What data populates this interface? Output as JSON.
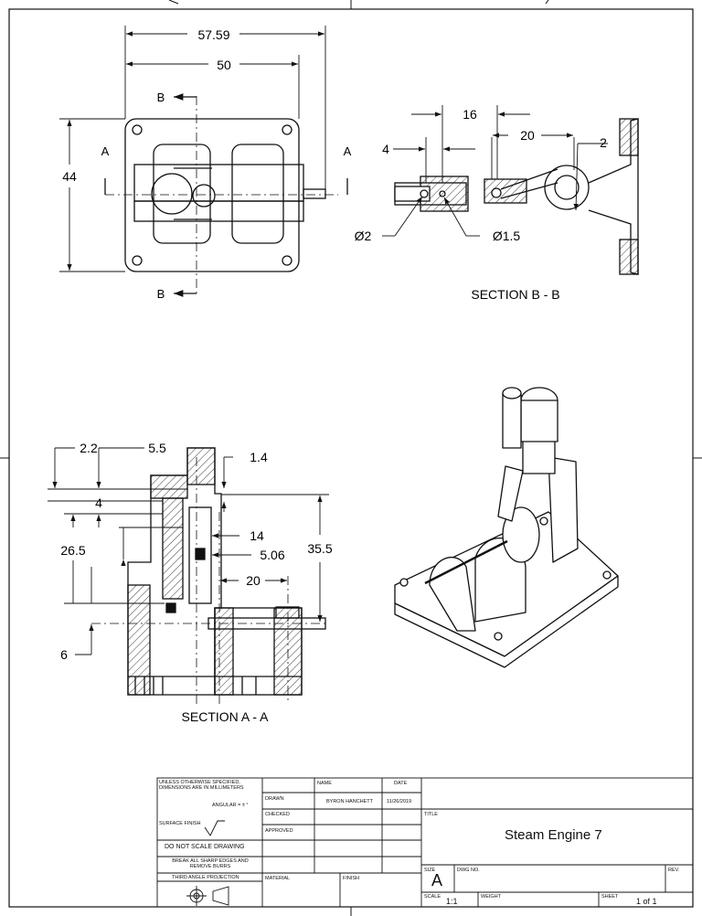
{
  "dimensions": {
    "overall_width": "57.59",
    "width": "50",
    "height": "44",
    "sb_16": "16",
    "sb_20": "20",
    "sb_4": "4",
    "sb_2": "2",
    "sb_dia2": "Ø2",
    "sb_dia15": "Ø1.5",
    "sa_22": "2.2",
    "sa_55": "5.5",
    "sa_14a": "1.4",
    "sa_4": "4",
    "sa_265": "26.5",
    "sa_14": "14",
    "sa_506": "5.06",
    "sa_355": "35.5",
    "sa_20": "20",
    "sa_6": "6"
  },
  "cut_labels": {
    "a": "A",
    "b": "B"
  },
  "section_labels": {
    "bb": "SECTION B - B",
    "aa": "SECTION A - A"
  },
  "title_block": {
    "notes": "UNLESS OTHERWISE SPECIFIED, DIMENSIONS ARE IN MILLIMETERS",
    "angular": "ANGULAR = ± °",
    "surface_finish": "SURFACE FINISH",
    "do_not_scale": "DO NOT SCALE DRAWING",
    "break_edges": "BREAK ALL SHARP EDGES AND REMOVE BURRS",
    "projection": "THIRD ANGLE PROJECTION",
    "name_hdr": "NAME",
    "date_hdr": "DATE",
    "drawn": "DRAWN",
    "drawn_name": "BYRON HANCHETT",
    "drawn_date": "11/26/2019",
    "checked": "CHECKED",
    "approved": "APPROVED",
    "material": "MATERIAL",
    "finish": "FINISH",
    "title_hdr": "TITLE",
    "title": "Steam Engine 7",
    "size_hdr": "SIZE",
    "size": "A",
    "dwg_no": "DWG NO.",
    "rev": "REV.",
    "scale_hdr": "SCALE",
    "scale": "1:1",
    "weight": "WEIGHT",
    "sheet_hdr": "SHEET",
    "sheet": "1 of 1"
  }
}
